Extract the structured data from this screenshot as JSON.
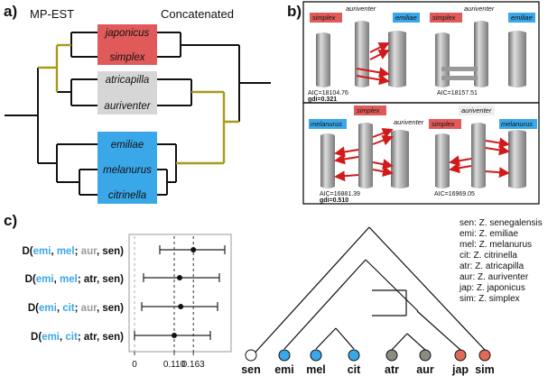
{
  "panel_a": {
    "label": "a)",
    "left_header": "MP-EST",
    "right_header": "Concatenated",
    "taxa": [
      "japonicus",
      "simplex",
      "atricapilla",
      "auriventer",
      "emiliae",
      "melanurus",
      "citrinella"
    ],
    "colors": {
      "red": "#e05a5a",
      "grey": "#d6d6d6",
      "blue": "#3aa7e8",
      "highlight": "#a89a1a"
    }
  },
  "panel_b": {
    "label": "b)",
    "scenarios": [
      {
        "left_tag": "simplex",
        "top_tag": "auriventer",
        "right_tag": "emiliae",
        "aic": "AIC=18104.76",
        "gdi": "gdi=0.321"
      },
      {
        "left_tag": "simplex",
        "top_tag": "auriventer",
        "right_tag": "emiliae",
        "aic": "AIC=18157.51",
        "gdi": ""
      },
      {
        "left_tag": "melanurus",
        "top_tag": "simplex",
        "right_tag": "auriventer",
        "aic": "AIC=16881.39",
        "gdi": "gdi=0.510"
      },
      {
        "left_tag": "simplex",
        "top_tag": "auriventer",
        "right_tag": "melanurus",
        "aic": "AIC=16969.05",
        "gdi": ""
      }
    ]
  },
  "panel_c": {
    "label": "c)",
    "legend": [
      "sen: Z. senegalensis",
      "emi: Z. emiliae",
      "mel: Z. melanurus",
      "cit: Z. citrinella",
      "atr: Z. atricapilla",
      "aur: Z. auriventer",
      "jap: Z. japonicus",
      "sim: Z. simplex"
    ],
    "tips": [
      {
        "label": "sen",
        "color": "#ffffff"
      },
      {
        "label": "emi",
        "color": "#3aa7e8"
      },
      {
        "label": "mel",
        "color": "#3aa7e8"
      },
      {
        "label": "cit",
        "color": "#3aa7e8"
      },
      {
        "label": "atr",
        "color": "#8c8c80"
      },
      {
        "label": "aur",
        "color": "#8c8c80"
      },
      {
        "label": "jap",
        "color": "#e06a5a"
      },
      {
        "label": "sim",
        "color": "#e06a5a"
      }
    ]
  },
  "chart_data": {
    "type": "scatter",
    "series": [
      {
        "points": [
          {
            "label": "D(emi, mel; aur, sen)",
            "value": 0.163,
            "lower": 0.07,
            "upper": 0.25
          },
          {
            "label": "D(emi, mel; atr, sen)",
            "value": 0.125,
            "lower": 0.025,
            "upper": 0.235
          },
          {
            "label": "D(emi, cit; aur, sen)",
            "value": 0.128,
            "lower": 0.02,
            "upper": 0.23
          },
          {
            "label": "D(emi, cit; atr, sen)",
            "value": 0.11,
            "lower": 0.0,
            "upper": 0.21
          }
        ]
      }
    ],
    "row_labels": [
      {
        "a": "emi",
        "b": "mel",
        "c": "aur",
        "d": "sen"
      },
      {
        "a": "emi",
        "b": "mel",
        "c": "atr",
        "d": "sen"
      },
      {
        "a": "emi",
        "b": "cit",
        "c": "aur",
        "d": "sen"
      },
      {
        "a": "emi",
        "b": "cit",
        "c": "atr",
        "d": "sen"
      }
    ],
    "label_colors": {
      "blue": "#3aa7e8",
      "grey": "#9a9a9a",
      "dark": "#111111"
    },
    "xticks": [
      "0",
      "0.110",
      "0.163"
    ],
    "tick_values": [
      0,
      0.11,
      0.163
    ],
    "reference_lines": [
      0,
      0.11,
      0.163
    ],
    "xlim": [
      0,
      0.26
    ]
  }
}
